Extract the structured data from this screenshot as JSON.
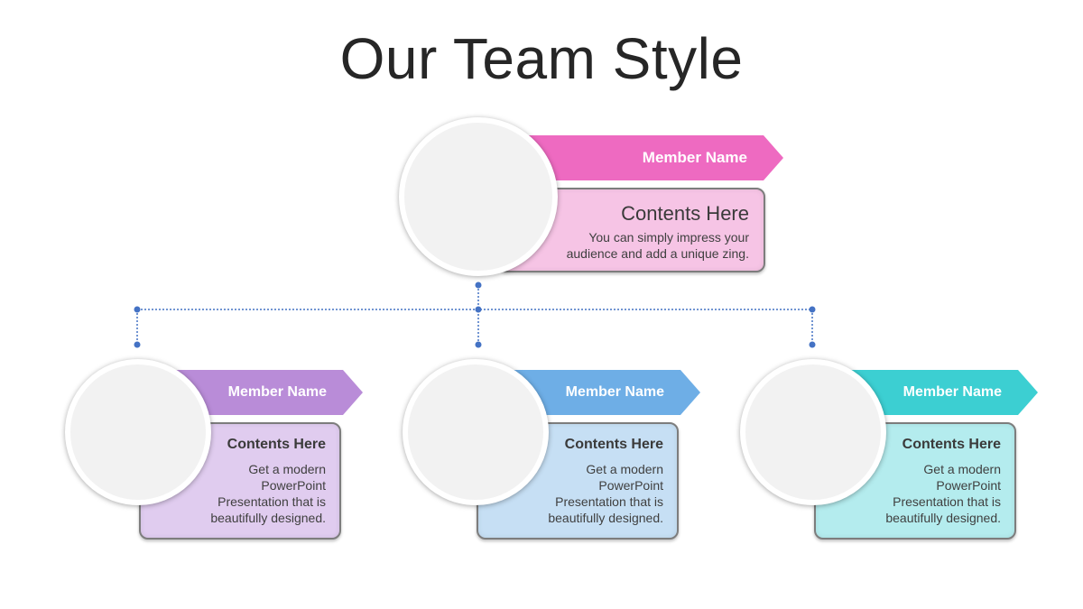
{
  "title": "Our Team Style",
  "colors": {
    "connector": "#4472c4",
    "top": {
      "banner": "#ee6ac1",
      "card": "#f6c4e5"
    },
    "purple": {
      "banner": "#b98cd8",
      "card": "#e0ccef"
    },
    "blue": {
      "banner": "#6eaee6",
      "card": "#c6dff4"
    },
    "teal": {
      "banner": "#3ccfd2",
      "card": "#b4ecee"
    }
  },
  "members": {
    "top": {
      "name": "Member Name",
      "heading": "Contents Here",
      "description": "You can simply impress your\naudience and add a unique zing."
    },
    "left": {
      "name": "Member Name",
      "heading": "Contents Here",
      "description": "Get a modern\nPowerPoint\nPresentation that is\nbeautifully designed."
    },
    "center": {
      "name": "Member Name",
      "heading": "Contents Here",
      "description": "Get a modern\nPowerPoint\nPresentation that is\nbeautifully designed."
    },
    "right": {
      "name": "Member Name",
      "heading": "Contents Here",
      "description": "Get a modern\nPowerPoint\nPresentation that is\nbeautifully designed."
    }
  }
}
